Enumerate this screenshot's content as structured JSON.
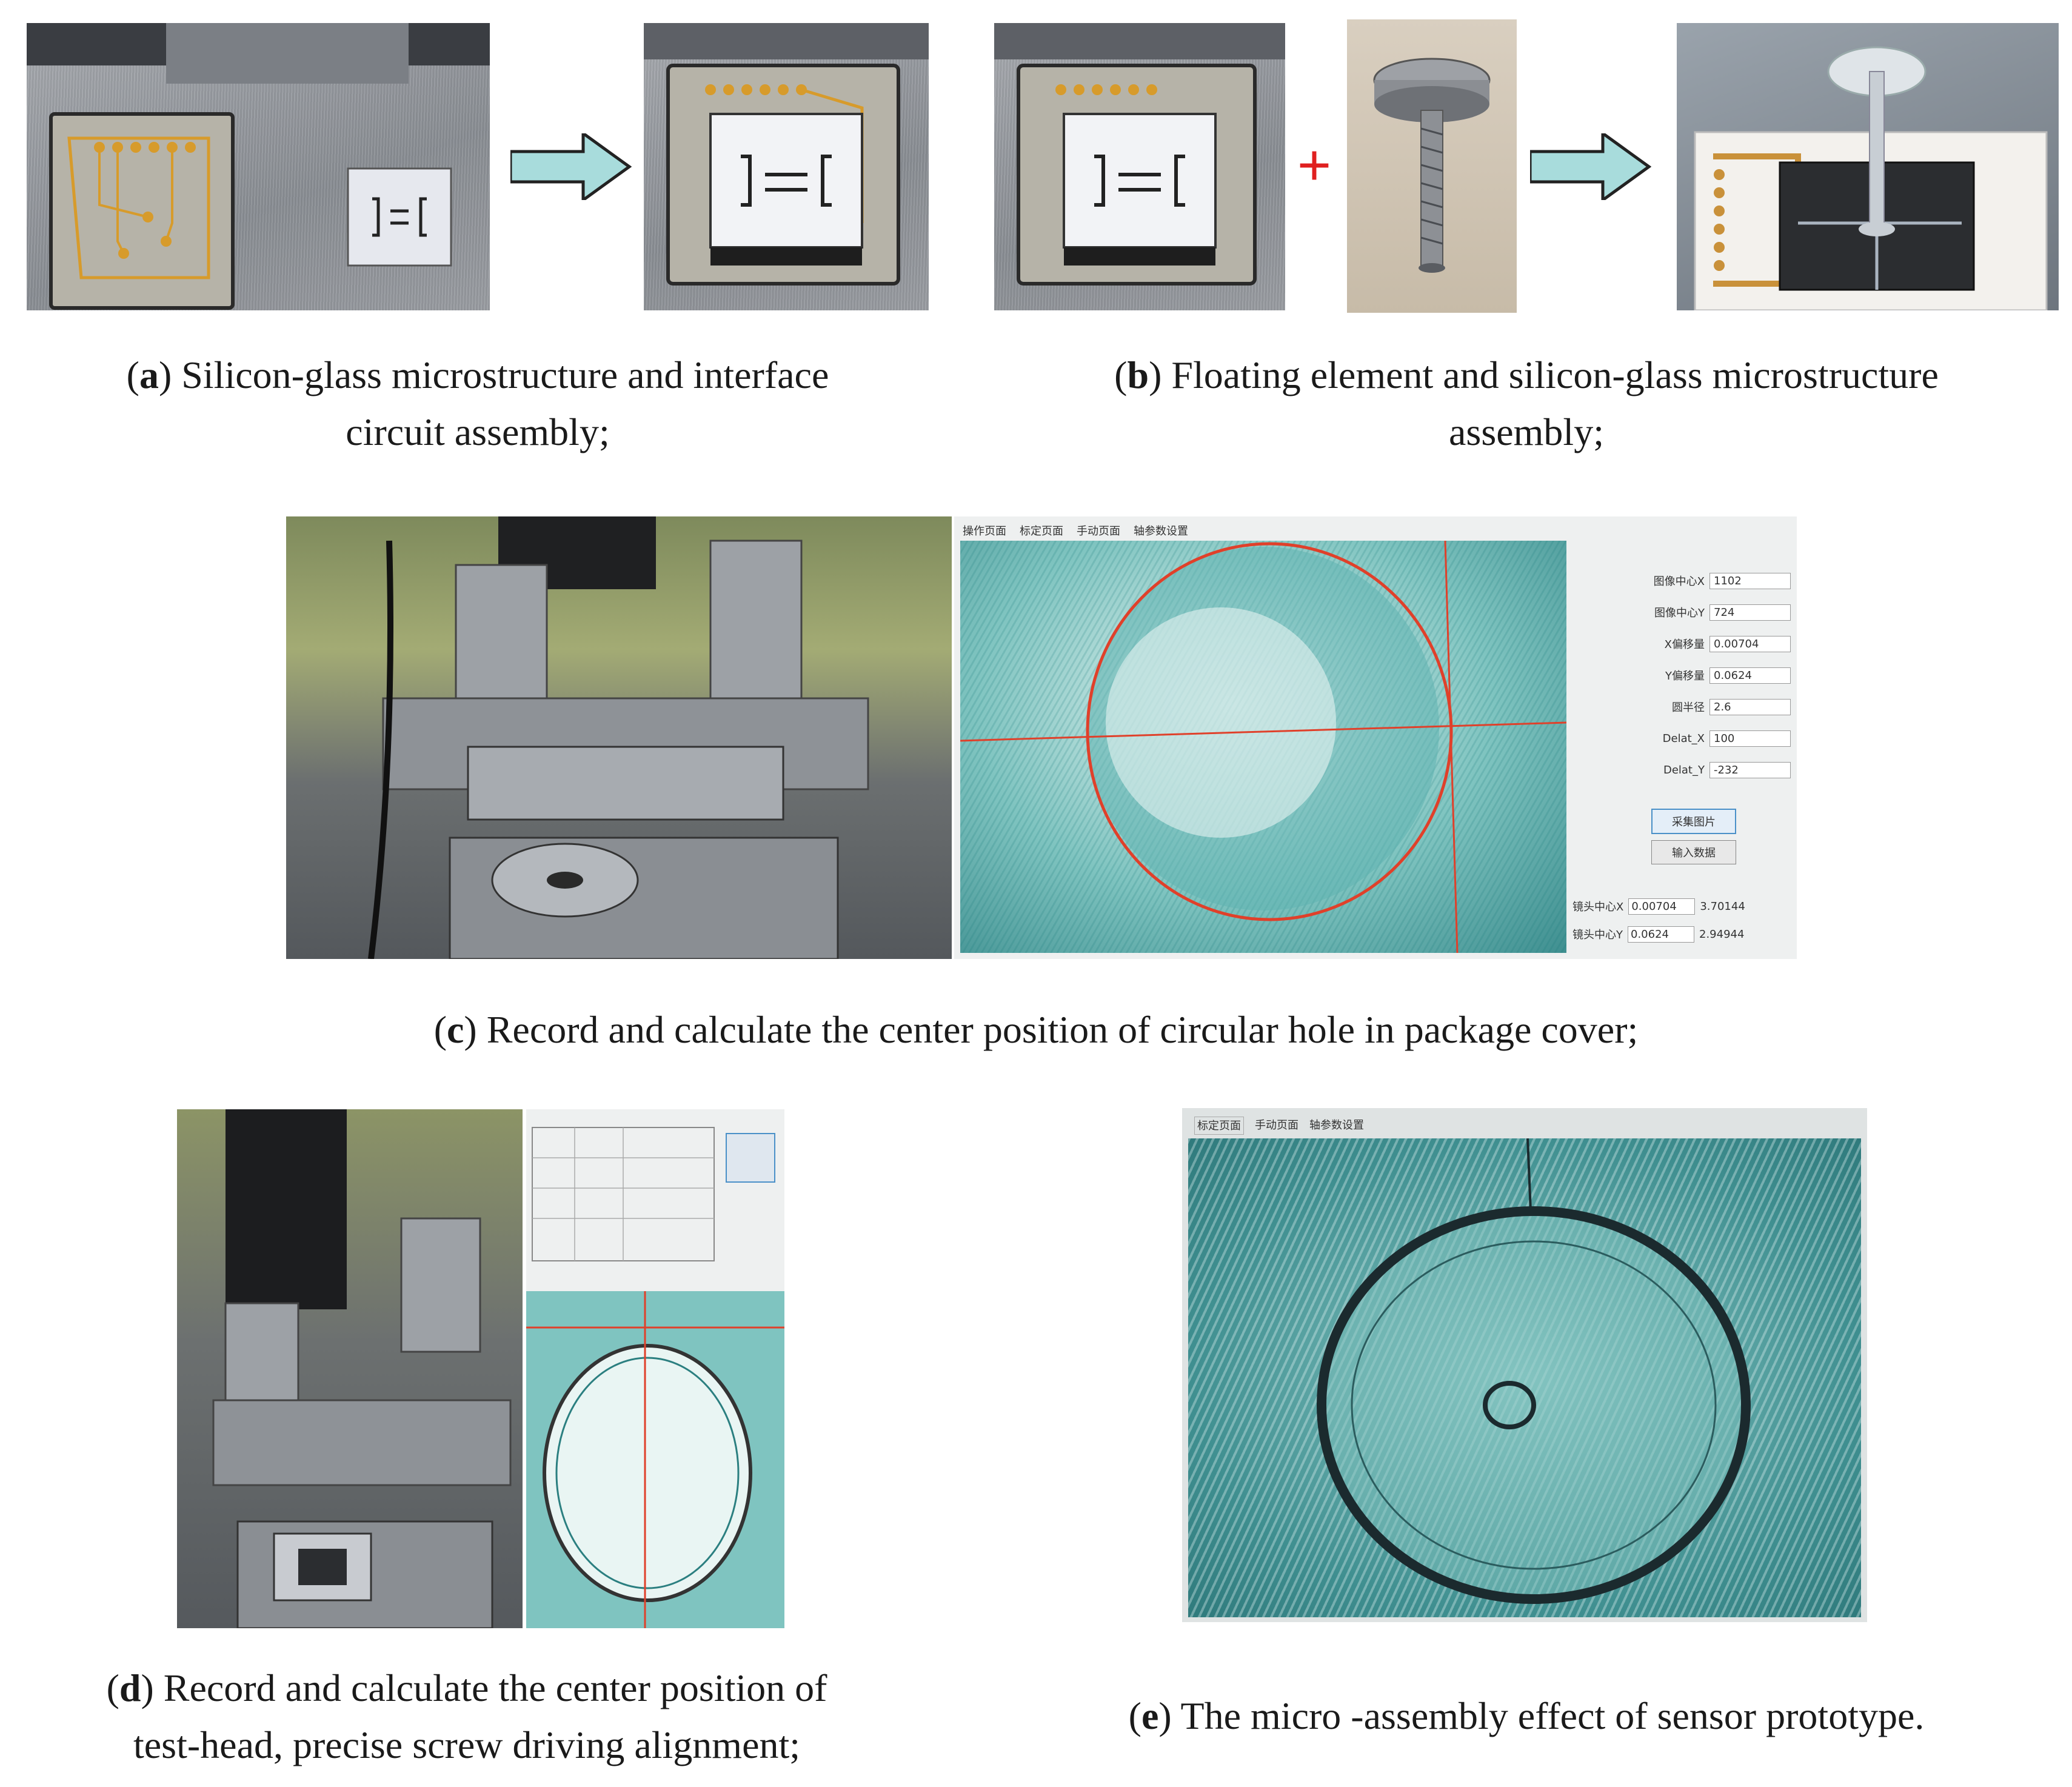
{
  "captions": {
    "a": {
      "letter": "a",
      "line1": " Silicon-glass microstructure and interface",
      "line2": "circuit assembly;"
    },
    "b": {
      "letter": "b",
      "line1": " Floating element and silicon-glass microstructure",
      "line2": "assembly;"
    },
    "c": {
      "letter": "c",
      "line1": " Record and calculate the center position of circular hole in package cover;"
    },
    "d": {
      "letter": "d",
      "line1": " Record and calculate the center position of",
      "line2": "test-head, precise screw driving alignment;"
    },
    "e": {
      "letter": "e",
      "line1": " The micro -assembly effect of sensor prototype."
    }
  },
  "symbols": {
    "plus": "+"
  },
  "software_c": {
    "menu": [
      "操作页面",
      "标定页面",
      "手动页面",
      "轴参数设置"
    ],
    "fields": [
      {
        "label": "图像中心X",
        "value": "1102"
      },
      {
        "label": "图像中心Y",
        "value": "724"
      },
      {
        "label": "X偏移量",
        "value": "0.00704"
      },
      {
        "label": "Y偏移量",
        "value": "0.0624"
      },
      {
        "label": "圆半径",
        "value": "2.6"
      },
      {
        "label": "Delat_X",
        "value": "100"
      },
      {
        "label": "Delat_Y",
        "value": "-232"
      }
    ],
    "buttons": [
      "采集图片",
      "输入数据"
    ],
    "bottom": [
      {
        "label": "镜头中心X",
        "value": "0.00704",
        "extra": "3.70144"
      },
      {
        "label": "镜头中心Y",
        "value": "0.0624",
        "extra": "2.94944"
      }
    ]
  },
  "software_e": {
    "menu": [
      "标定页面",
      "手动页面",
      "轴参数设置"
    ]
  },
  "colors": {
    "arrow_fill": "#a8dcdc",
    "arrow_stroke": "#222222",
    "plus": "#e02020",
    "screen_cyan": "#7fc4c0",
    "red_crosshair": "#e0402a"
  }
}
